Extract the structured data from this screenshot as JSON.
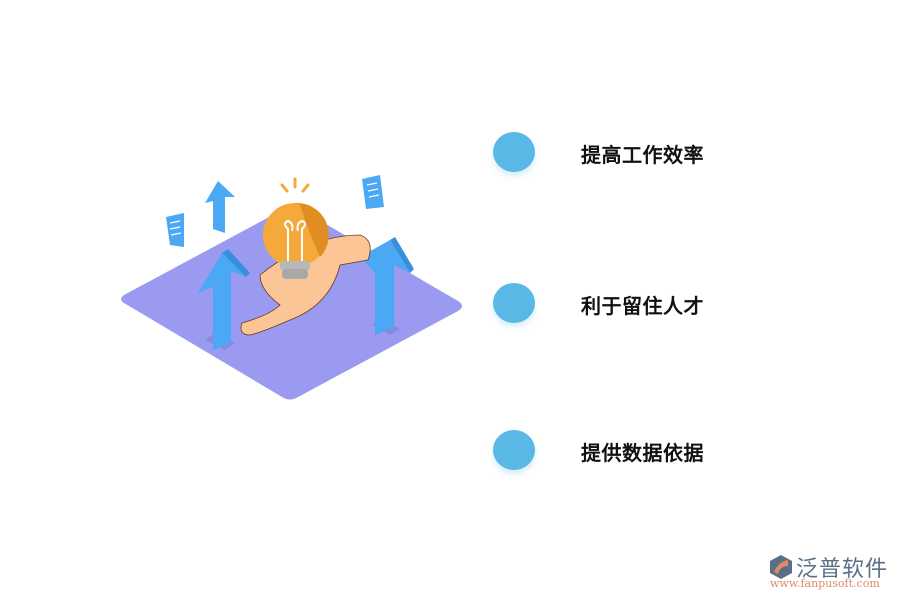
{
  "points": [
    {
      "label": "提高工作效率"
    },
    {
      "label": "利于留住人才"
    },
    {
      "label": "提供数据依据"
    }
  ],
  "logo": {
    "name": "泛普软件",
    "url": "www.fanpusoft.com"
  },
  "colors": {
    "dot": "#5ab8e6",
    "platform": "#9a9af0",
    "arrow": "#4aa8f5",
    "bulb": "#f5a93a",
    "hand": "#fbc596",
    "text": "#111111",
    "logo_blue": "#5a6f86",
    "logo_orange": "#e0896a"
  }
}
